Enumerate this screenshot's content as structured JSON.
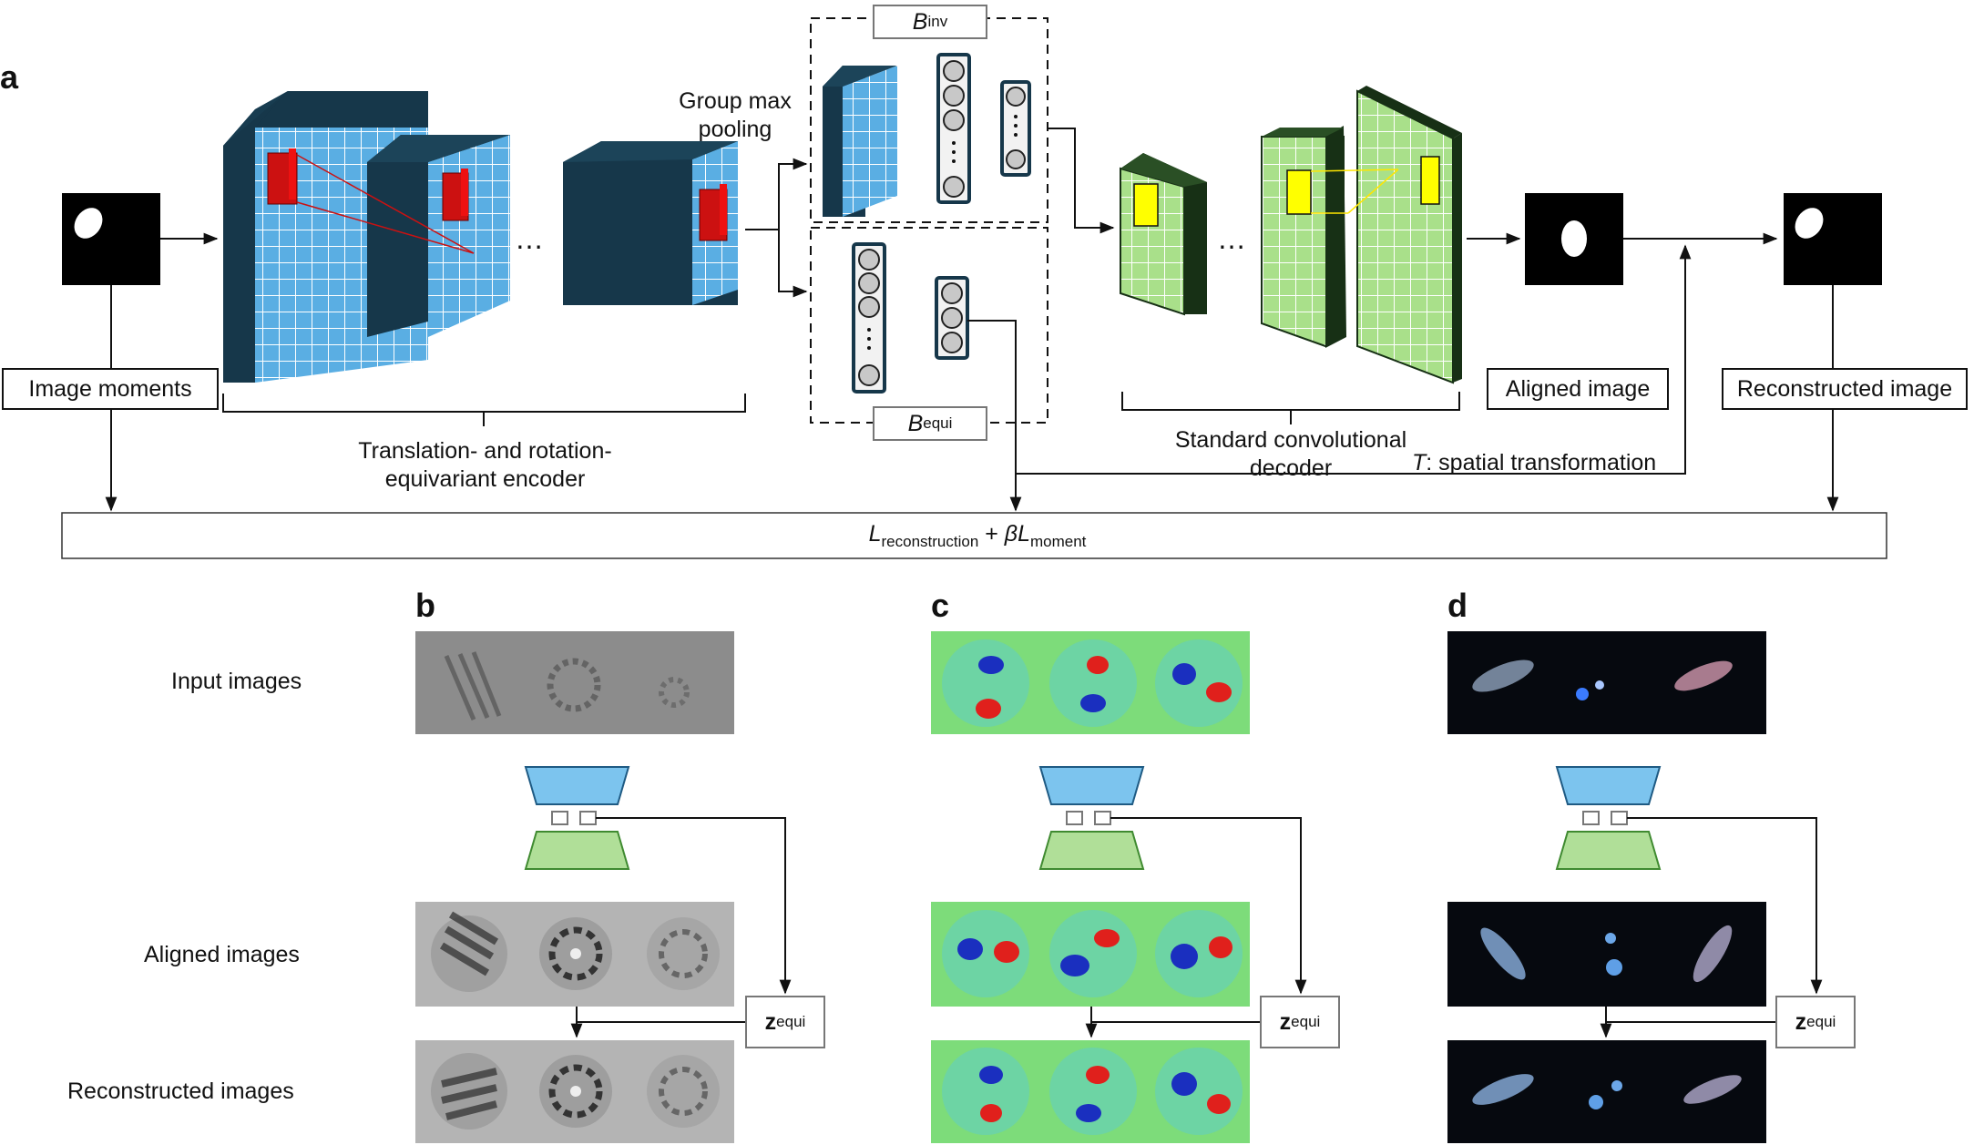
{
  "panels": {
    "a": "a",
    "b": "b",
    "c": "c",
    "d": "d"
  },
  "labels": {
    "group_max_pooling_line1": "Group max",
    "group_max_pooling_line2": "pooling",
    "b_inv_main": "B",
    "b_inv_sub": "inv",
    "b_equi_main": "B",
    "b_equi_sub": "equi",
    "image_moments": "Image moments",
    "encoder_line1": "Translation- and rotation-",
    "encoder_line2": "equivariant encoder",
    "decoder_line1": "Standard convolutional",
    "decoder_line2": "decoder",
    "transform_T": "T",
    "transform_rest": ": spatial transformation",
    "aligned_image": "Aligned image",
    "reconstructed_image": "Reconstructed image",
    "loss_L1": "L",
    "loss_sub1": "reconstruction",
    "loss_mid": " + ",
    "loss_beta": "βL",
    "loss_sub2": "moment",
    "ellipsis": "…",
    "input_images": "Input images",
    "aligned_images": "Aligned images",
    "reconstructed_images": "Reconstructed images",
    "z_main": "z",
    "z_sub": "equi"
  },
  "colors": {
    "dark_block": "#16374a",
    "grid_blue": "#5aaee3",
    "red_kernel": "#cc1111",
    "grid_green": "#a9e08a",
    "dark_green": "#173015",
    "yellow_kernel": "#ffff00",
    "encoder_trapezoid": "#7cc4ee",
    "decoder_trapezoid": "#b0df98"
  }
}
